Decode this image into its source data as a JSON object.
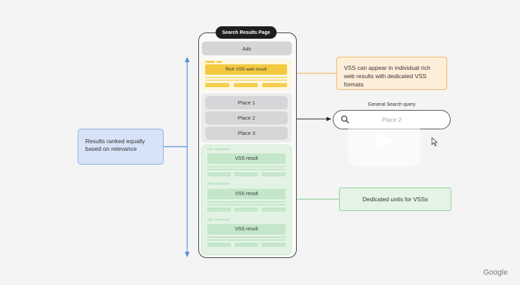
{
  "phone": {
    "title": "Search Results Page",
    "ads_label": "Ads",
    "rich_result_label": "Rich VSS web result",
    "places": [
      "Place 1",
      "Place 2",
      "Place 3"
    ],
    "vss_results": [
      "VSS result",
      "VSS  result",
      "VSS  result"
    ]
  },
  "callouts": {
    "ranked": "Results ranked equally based on relevance",
    "rich": "VSS can  appear in individual rich web results with dedicated VSS formats",
    "dedicated": "Dedicated units for VSSs"
  },
  "search": {
    "label": "General Search query",
    "query": "Place 2",
    "icon": "search-icon"
  },
  "brand": "Google",
  "colors": {
    "yellow": "#f3c93f",
    "green": "#c4e6c9",
    "blue_callout": "#d6e3f8",
    "orange_callout": "#fdeed9",
    "arrow_blue": "#5b8fd9"
  }
}
